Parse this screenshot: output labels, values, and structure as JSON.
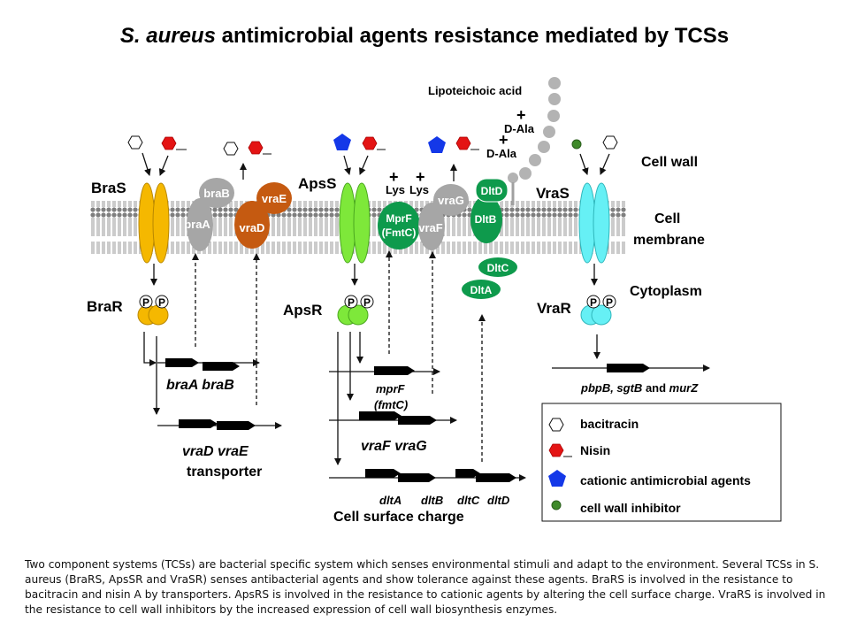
{
  "title": {
    "italic": "S. aureus",
    "rest": " antimicrobial agents resistance mediated by TCSs"
  },
  "compartments": {
    "cell_wall": "Cell wall",
    "cell_membrane_1": "Cell",
    "cell_membrane_2": "membrane",
    "cytoplasm": "Cytoplasm"
  },
  "lipoteichoic": {
    "label": "Lipoteichoic acid",
    "dala": [
      "D-Ala",
      "D-Ala"
    ],
    "plus": "+"
  },
  "systems": {
    "bras": {
      "sensor": "BraS",
      "regulator": "BraR"
    },
    "apss": {
      "sensor": "ApsS",
      "regulator": "ApsR"
    },
    "vras": {
      "sensor": "VraS",
      "regulator": "VraR"
    },
    "phospho": "P"
  },
  "proteins": {
    "braB": "braB",
    "braA": "braA",
    "vraE": "vraE",
    "vraD": "vraD",
    "mprF_1": "MprF",
    "mprF_2": "(FmtC)",
    "vraG": "vraG",
    "vraF": "vraF",
    "dltD": "DltD",
    "dltB": "DltB",
    "dltC": "DltC",
    "dltA": "DltA"
  },
  "lys": [
    "Lys",
    "Lys"
  ],
  "genes": {
    "braAB": "braA braB",
    "vraDE": "vraD vraE",
    "transporter": "transporter",
    "mprF": "mprF",
    "fmtC": "(fmtC)",
    "vraFG": "vraF vraG",
    "dltA": "dltA",
    "dltB": "dltB",
    "dltC": "dltC",
    "dltD": "dltD",
    "cell_surface_charge": "Cell surface charge",
    "pbp_italic": "pbpB, sgtB",
    "pbp_and": " and ",
    "murZ": "murZ"
  },
  "legend": {
    "items": [
      {
        "label": "bacitracin",
        "icon": "hexagon-white"
      },
      {
        "label": "Nisin",
        "icon": "hexagon-red"
      },
      {
        "label": "cationic antimicrobial agents",
        "icon": "pentagon-blue"
      },
      {
        "label": "cell wall inhibitor",
        "icon": "circle-green"
      }
    ]
  },
  "caption": "Two component systems (TCSs) are bacterial specific system which senses environmental stimuli and adapt to the environment. Several TCSs in S. aureus (BraRS, ApsSR and VraSR) senses antibacterial agents and show tolerance against these agents. BraRS is involved in the resistance to bacitracin and nisin A by transporters. ApsRS is involved in the resistance to cationic agents by altering the cell surface charge. VraRS is involved in the resistance to cell wall inhibitors by the increased expression of cell wall biosynthesis enzymes.",
  "colors": {
    "bras": "#f5b800",
    "apss": "#7ee83a",
    "vras": "#66f0f5",
    "transporter_gray": "#a6a6a6",
    "vra_orange": "#c55a11",
    "dlt_green": "#0e9a4c",
    "nisin_red": "#e41414",
    "cationic_blue": "#1438e8",
    "inhibitor_green": "#3f8a2a",
    "membrane_gray": "#888888"
  }
}
